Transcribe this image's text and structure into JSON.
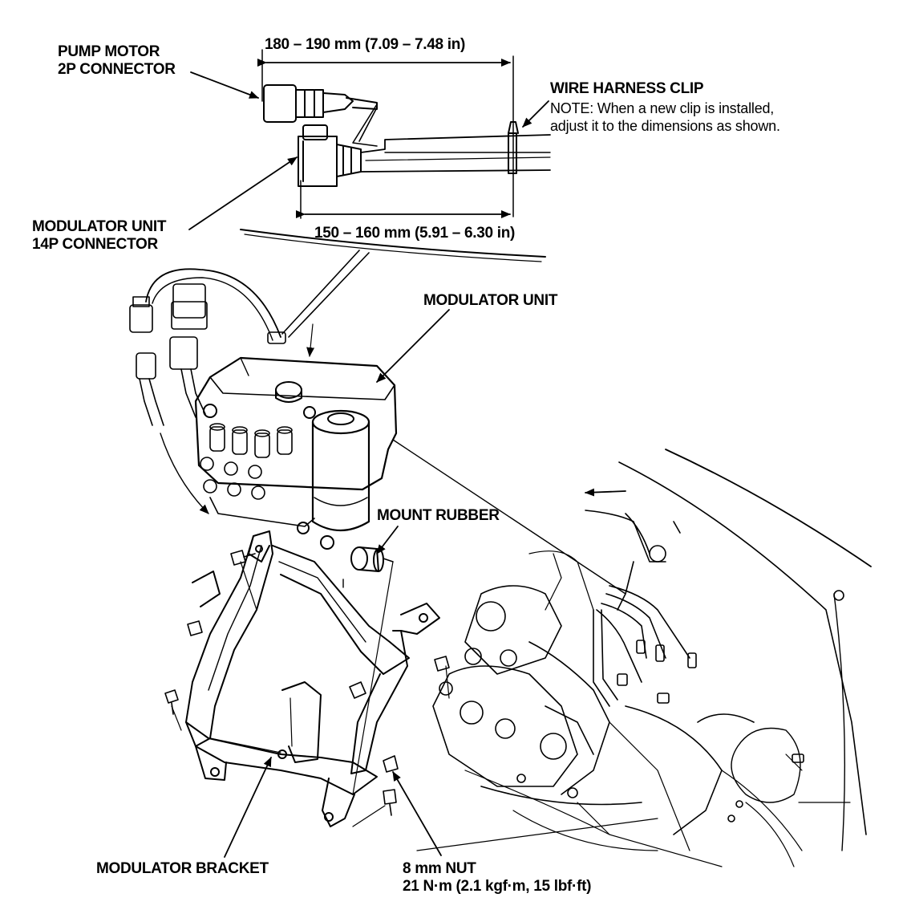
{
  "labels": {
    "pump_motor_line1": "PUMP MOTOR",
    "pump_motor_line2": "2P CONNECTOR",
    "modulator_unit_connector_line1": "MODULATOR UNIT",
    "modulator_unit_connector_line2": "14P CONNECTOR",
    "wire_harness_clip": "WIRE HARNESS CLIP",
    "note_line1": "NOTE:  When a new clip is installed,",
    "note_line2": "adjust it to the dimensions as shown.",
    "dim_top": "180 – 190 mm (7.09 – 7.48 in)",
    "dim_bottom": "150 – 160 mm (5.91 – 6.30 in)",
    "modulator_unit": "MODULATOR UNIT",
    "mount_rubber": "MOUNT RUBBER",
    "modulator_bracket": "MODULATOR BRACKET",
    "nut_size": "8 mm NUT",
    "nut_torque": "21 N·m (2.1 kgf·m, 15 lbf·ft)"
  }
}
